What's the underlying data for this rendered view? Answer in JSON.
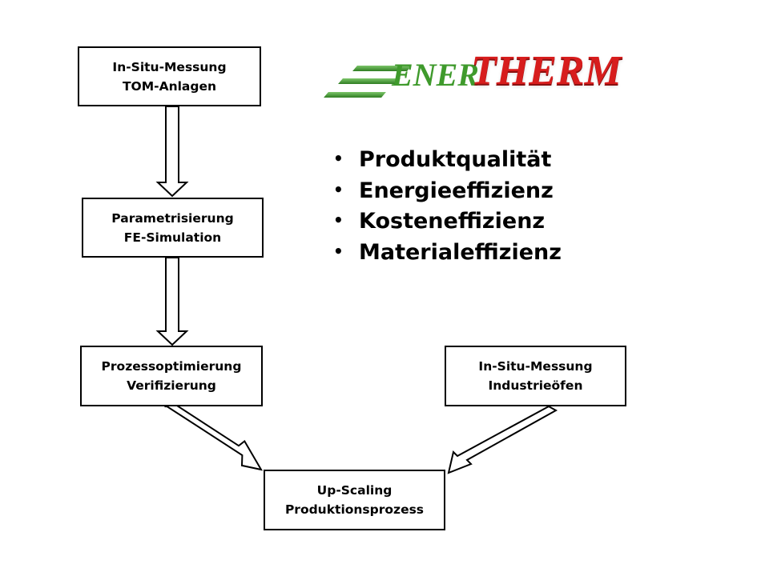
{
  "logo": {
    "part1": "ENER",
    "part2": "THERM",
    "colors": {
      "green": "#3f9a2c",
      "red": "#d71d1d"
    }
  },
  "boxes": {
    "box1": {
      "line1": "In-Situ-Messung",
      "line2": "TOM-Anlagen"
    },
    "box2": {
      "line1": "Parametrisierung",
      "line2": "FE-Simulation"
    },
    "box3": {
      "line1": "Prozessoptimierung",
      "line2": "Verifizierung"
    },
    "box4": {
      "line1": "In-Situ-Messung",
      "line2": "Industrieöfen"
    },
    "box5": {
      "line1": "Up-Scaling",
      "line2": "Produktionsprozess"
    }
  },
  "bullets": [
    "Produktqualität",
    "Energieeffizienz",
    "Kosteneffizienz",
    "Materialeffizienz"
  ],
  "bullet_symbol": "•"
}
